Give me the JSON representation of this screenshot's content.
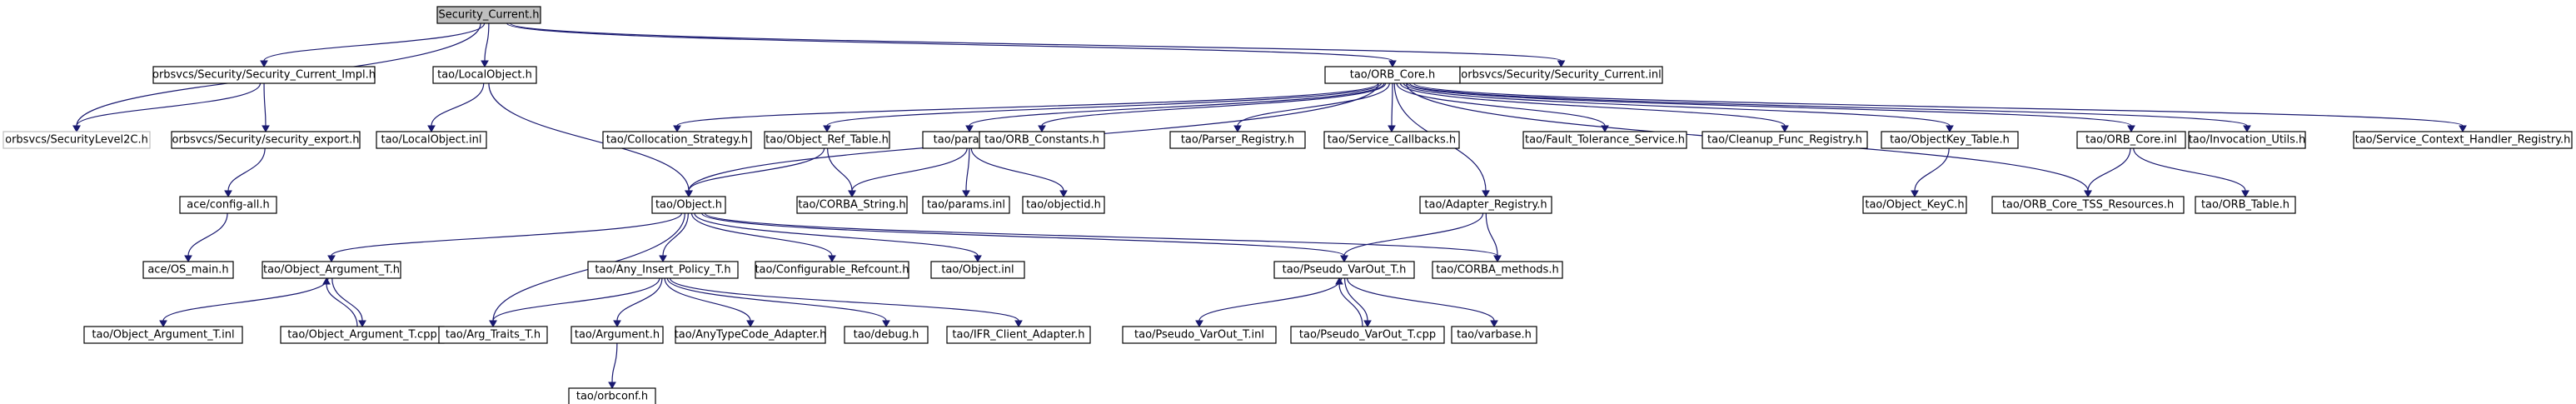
{
  "graph": {
    "edge_color": "#191970",
    "root_fill": "#bfbfbf",
    "faded_border": "#bfbfbf",
    "nodes": [
      {
        "id": "root",
        "label": "Security_Current.h",
        "root": true
      },
      {
        "id": "secimpl",
        "label": "orbsvcs/Security/Security_Current_Impl.h"
      },
      {
        "id": "localobj",
        "label": "tao/LocalObject.h"
      },
      {
        "id": "orbcore",
        "label": "tao/ORB_Core.h"
      },
      {
        "id": "secinl",
        "label": "orbsvcs/Security/Security_Current.inl"
      },
      {
        "id": "seclevel2",
        "label": "orbsvcs/SecurityLevel2C.h",
        "faded": true
      },
      {
        "id": "secexport",
        "label": "orbsvcs/Security/security_export.h"
      },
      {
        "id": "localobjinl",
        "label": "tao/LocalObject.inl"
      },
      {
        "id": "collocation",
        "label": "tao/Collocation_Strategy.h"
      },
      {
        "id": "objreftable",
        "label": "tao/Object_Ref_Table.h"
      },
      {
        "id": "params",
        "label": "tao/params.h"
      },
      {
        "id": "orbconstants",
        "label": "tao/ORB_Constants.h"
      },
      {
        "id": "parserreg",
        "label": "tao/Parser_Registry.h"
      },
      {
        "id": "servicecb",
        "label": "tao/Service_Callbacks.h"
      },
      {
        "id": "faulttol",
        "label": "tao/Fault_Tolerance_Service.h"
      },
      {
        "id": "cleanupreg",
        "label": "tao/Cleanup_Func_Registry.h"
      },
      {
        "id": "objkeytable",
        "label": "tao/ObjectKey_Table.h"
      },
      {
        "id": "orbcoreinl",
        "label": "tao/ORB_Core.inl"
      },
      {
        "id": "invutils",
        "label": "tao/Invocation_Utils.h"
      },
      {
        "id": "svcctxreg",
        "label": "tao/Service_Context_Handler_Registry.h"
      },
      {
        "id": "aceconfigall",
        "label": "ace/config-all.h"
      },
      {
        "id": "object",
        "label": "tao/Object.h"
      },
      {
        "id": "corbastring",
        "label": "tao/CORBA_String.h"
      },
      {
        "id": "paramsinl",
        "label": "tao/params.inl"
      },
      {
        "id": "objectid",
        "label": "tao/objectid.h"
      },
      {
        "id": "adapterreg",
        "label": "tao/Adapter_Registry.h"
      },
      {
        "id": "objectkeyc",
        "label": "tao/Object_KeyC.h"
      },
      {
        "id": "tssres",
        "label": "tao/ORB_Core_TSS_Resources.h"
      },
      {
        "id": "orbtable",
        "label": "tao/ORB_Table.h"
      },
      {
        "id": "osmain",
        "label": "ace/OS_main.h"
      },
      {
        "id": "objargt",
        "label": "tao/Object_Argument_T.h"
      },
      {
        "id": "anyinsert",
        "label": "tao/Any_Insert_Policy_T.h"
      },
      {
        "id": "configrefcount",
        "label": "tao/Configurable_Refcount.h"
      },
      {
        "id": "objectinl",
        "label": "tao/Object.inl"
      },
      {
        "id": "pseudovarout",
        "label": "tao/Pseudo_VarOut_T.h"
      },
      {
        "id": "corbamethods",
        "label": "tao/CORBA_methods.h"
      },
      {
        "id": "objargtinl",
        "label": "tao/Object_Argument_T.inl"
      },
      {
        "id": "objargtcpp",
        "label": "tao/Object_Argument_T.cpp"
      },
      {
        "id": "argtraits",
        "label": "tao/Arg_Traits_T.h"
      },
      {
        "id": "argument",
        "label": "tao/Argument.h"
      },
      {
        "id": "anytypecode",
        "label": "tao/AnyTypeCode_Adapter.h"
      },
      {
        "id": "debug",
        "label": "tao/debug.h"
      },
      {
        "id": "ifrclient",
        "label": "tao/IFR_Client_Adapter.h"
      },
      {
        "id": "pseudovaroutinl",
        "label": "tao/Pseudo_VarOut_T.inl"
      },
      {
        "id": "pseudovaroutcpp",
        "label": "tao/Pseudo_VarOut_T.cpp"
      },
      {
        "id": "varbase",
        "label": "tao/varbase.h"
      },
      {
        "id": "orbconf",
        "label": "tao/orbconf.h"
      }
    ]
  }
}
